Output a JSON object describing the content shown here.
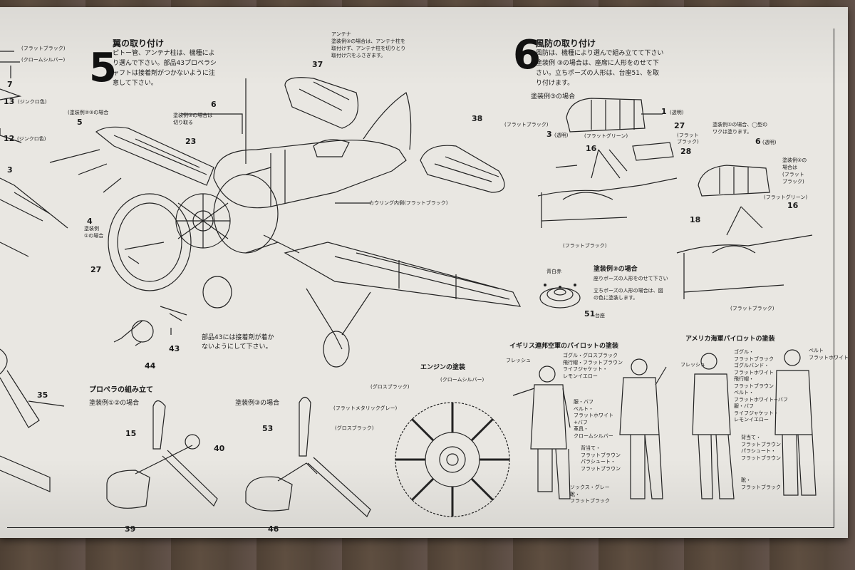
{
  "step5": {
    "number": "5",
    "title": "翼の取り付け",
    "text": [
      "ピトー管、アンテナ柱は、機種によ",
      "り選んで下さい。部品43プロペラシ",
      "ャフトは接着剤がつかないように注",
      "意して下さい。"
    ]
  },
  "step6": {
    "number": "6",
    "title": "風防の取り付け",
    "text": [
      "風防は、機種により選んで組み立てて下さい",
      "塗装例 ③の場合は、座席に人形をのせて下",
      "さい。立ちポーズの人形は、台座51、を取",
      "り付けます。"
    ]
  },
  "antenna_note": [
    "アンテナ",
    "塗装例③の場合は、アンテナ柱を",
    "取付けず、アンテナ柱を切りとり",
    "取付け穴をふさぎます。"
  ],
  "left_labels": {
    "flat_black": "(フラットブラック)",
    "chrome_silver": "(クロームシルバー)",
    "part7": "7",
    "part13": "13",
    "zinc13": "(ジンクロ色)",
    "part12": "12",
    "zinc12": "(ジンクロ色)",
    "part3": "3",
    "part35": "35"
  },
  "step5_labels": {
    "paint23": "(塗装例②③の場合",
    "part5": "5",
    "part6": "6",
    "case3_cut": [
      "塗装例③の場合は",
      "切り取る"
    ],
    "part23": "23",
    "part4": "4",
    "case1": [
      "塗装例",
      "①の場合"
    ],
    "part27": "27",
    "part37": "37",
    "part38": "38",
    "cowling": "カウリング内側(フラットブラック)",
    "part44": "44",
    "part43": "43",
    "note43": [
      "部品43には接着剤が着か",
      "ないようにして下さい。"
    ]
  },
  "propeller": {
    "title": "プロペラの組み立て",
    "case12": "塗装例①②の場合",
    "case3": "塗装例③の場合",
    "part15": "15",
    "part40": "40",
    "part39": "39",
    "part53": "53",
    "part46": "46"
  },
  "engine": {
    "title": "エンジンの塗装",
    "gloss_black1": "(グロスブラック)",
    "chrome_silver": "(クロームシルバー)",
    "flat_metallic_gray": "(フラットメタリックグレー)",
    "gloss_black2": "(グロスブラック)"
  },
  "step6_labels": {
    "case3": "塗装例③の場合",
    "part1": "1",
    "clear1": "(透明)",
    "flat_black1": "(フラットブラック)",
    "part3": "3",
    "clear3": "(透明)",
    "flat_green": "(フラットグリーン)",
    "part27": "27",
    "flat_black2": [
      "(フラット",
      "ブラック)"
    ],
    "part16": "16",
    "part28": "28",
    "flat_black3": "(フラットブラック)",
    "case1_note": [
      "塗装例①の場合、◯型の",
      "ワクは塗ります。"
    ],
    "part6": "6",
    "clear6": "(透明)",
    "case2_note": [
      "塗装例②の",
      "場合は",
      "(フラット",
      "ブラック)"
    ],
    "flat_green2": "(フラットグリーン)",
    "part16b": "16",
    "part18": "18",
    "flat_black4": "(フラットブラック)",
    "base_colors": "青白赤",
    "seat_case3": "塗装例③の場合",
    "seat_note1": "座りポーズの人形をのせて下さい",
    "seat_note2": [
      "立ちポーズの人形の場合は、図",
      "の色に塗装します。"
    ],
    "part51": "51",
    "base": "台座"
  },
  "pilots": {
    "uk_title": "イギリス連邦空軍のパイロットの塗装",
    "us_title": "アメリカ海軍パイロットの塗装",
    "uk_labels": [
      "フレッシュ",
      "ゴグル・グロスブラック",
      "飛行帽・フラットブラウン",
      "ライフジャケット・",
      "レモンイエロー",
      "服・バフ",
      "ベルト・",
      "フラットホワイト",
      "+バフ",
      "革具・",
      "クロームシルバー",
      "背当て・",
      "フラットブラウン",
      "パラシュート・",
      "フラットブラウン",
      "ソックス・グレー",
      "靴・",
      "フラットブラック"
    ],
    "us_labels": [
      "ベルト",
      "フラットホワイト",
      "フレッシュ",
      "ゴグル・",
      "フラットブラック",
      "ゴグルバンド・",
      "フラットホワイト",
      "飛行帽・",
      "フラットブラウン",
      "ベルト・",
      "フラットホワイト+バフ",
      "服・バフ",
      "ライフジャケット・",
      "レモンイエロー",
      "背当て・",
      "フラットブラウン",
      "パラシュート・",
      "フラットブラウン",
      "靴・",
      "フラットブラック"
    ]
  }
}
